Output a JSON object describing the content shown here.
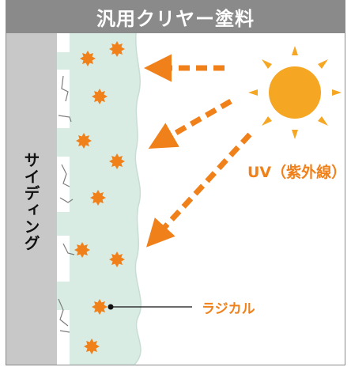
{
  "title": "汎用クリヤー塗料",
  "labels": {
    "siding": "サイディング",
    "uv": "UV（紫外線）",
    "radical": "ラジカル"
  },
  "colors": {
    "title_bar": "#8a8a8a",
    "siding_fill": "#c8c8c8",
    "coating_fill": "#d9ece4",
    "sun": "#f5a623",
    "uv_arrow": "#f0801a",
    "radical": "#f0801a",
    "accent_text": "#f0801a"
  },
  "icons": {
    "sun": "sun-icon",
    "radical": "starburst-icon"
  }
}
